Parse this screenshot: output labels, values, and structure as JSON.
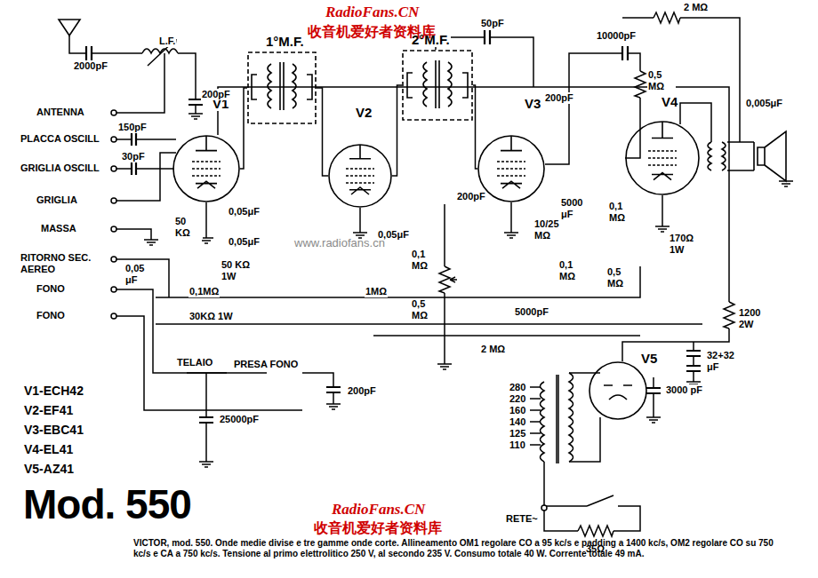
{
  "diagram": {
    "title": "Mod. 550",
    "caption": "VICTOR, mod. 550. Onde medie divise e tre gamme onde corte. Allineamento OM1 regolare CO a 95 kc/s e padding a 1400 kc/s, OM2 regolare CO su 750 kc/s e CA a 750 kc/s. Tensione al primo elettrolitico 250 V, al secondo 235 V. Consumo totale 40 W. Corrente totale 49 mA.",
    "nodes": [
      {
        "text": [
          "V1"
        ]
      },
      {
        "text": [
          "1°M.F."
        ]
      },
      {
        "text": [
          "V2"
        ]
      },
      {
        "text": [
          "2°M.F."
        ]
      },
      {
        "text": [
          "V3"
        ]
      },
      {
        "text": [
          "V4"
        ]
      },
      {
        "text": [
          "V5"
        ]
      }
    ],
    "edges": [
      {
        "from": 0,
        "to": 1,
        "arrow": "none"
      },
      {
        "from": 1,
        "to": 2,
        "arrow": "none"
      },
      {
        "from": 2,
        "to": 3,
        "arrow": "none"
      },
      {
        "from": 3,
        "to": 4,
        "arrow": "none"
      }
    ],
    "labels": [
      "RadioFans.CN",
      "收音机爱好者资料库",
      "www.radiofans.cn",
      "2000pF",
      "L.F.",
      "200pF",
      "ANTENNA",
      "PLACCA OSCILL",
      "GRIGLIA OSCILL",
      "GRIGLIA",
      "MASSA",
      "RITORNO SEC. AEREO",
      "FONO",
      "FONO",
      "150pF",
      "30pF",
      "50 KΩ",
      "0,05μF",
      "0,05μF",
      "50 KΩ 1W",
      "0,05 μF",
      "0,1MΩ",
      "30KΩ 1W",
      "1MΩ",
      "0,05μF",
      "50pF",
      "200pF",
      "10000pF",
      "2 MΩ",
      "0,5 MΩ",
      "0,005μF",
      "200pF",
      "0,1 MΩ",
      "0,5 MΩ",
      "10/25 MΩ",
      "5000pF",
      "2 MΩ",
      "5000 μF",
      "0,1 MΩ",
      "0,1 MΩ",
      "0,5 MΩ",
      "170Ω 1W",
      "1200 2W",
      "32+32 μF",
      "TELAIO",
      "PRESA FONO",
      "200pF",
      "25000pF",
      "280",
      "220",
      "160",
      "140",
      "125",
      "110",
      "3000 pF",
      "RETE~",
      "35Ω",
      "V1-ECH42",
      "V2-EF41",
      "V3-EBC41",
      "V4-EL41",
      "V5-AZ41",
      "RadioFans.CN",
      "收音机爱好者资料库"
    ]
  }
}
